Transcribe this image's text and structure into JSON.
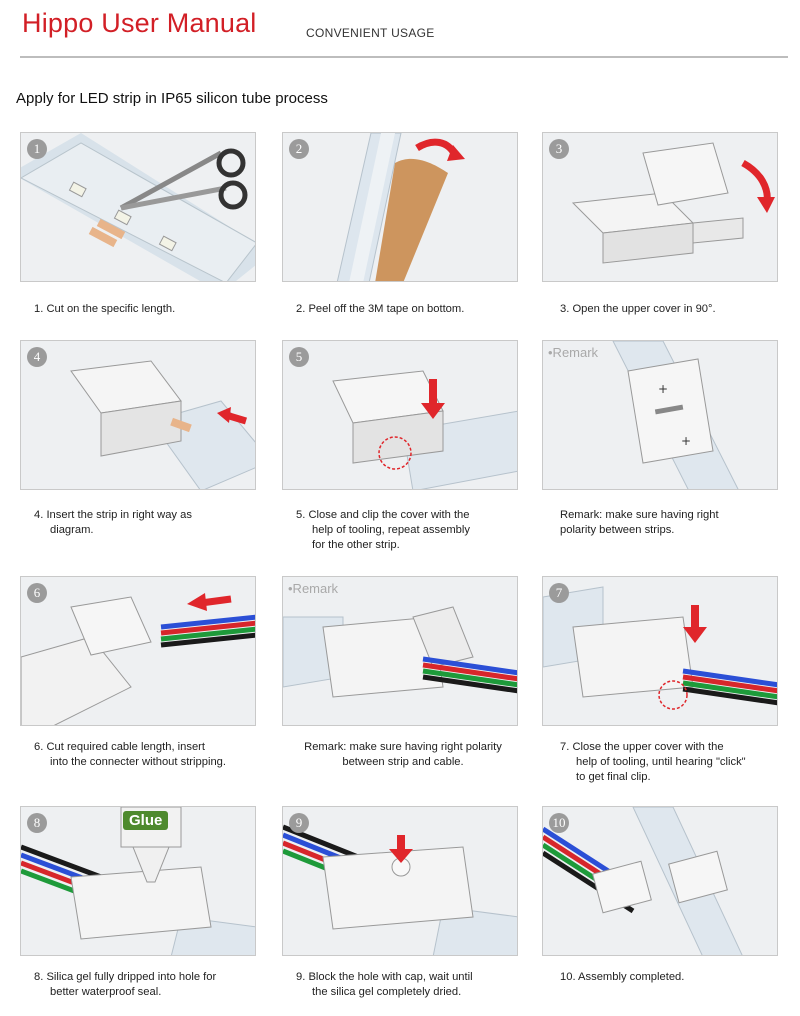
{
  "header": {
    "title": "Hippo User Manual",
    "subtitle": "CONVENIENT USAGE"
  },
  "section": {
    "heading": "Apply for LED strip in IP65 silicon tube process"
  },
  "panels": [
    {
      "badge": "1",
      "caption": [
        "1. Cut on the specific length."
      ]
    },
    {
      "badge": "2",
      "caption": [
        "2. Peel off the 3M tape on bottom."
      ]
    },
    {
      "badge": "3",
      "caption": [
        "3. Open the upper cover in 90°."
      ]
    },
    {
      "badge": "4",
      "caption": [
        "4. Insert the strip in right way as",
        "diagram."
      ]
    },
    {
      "badge": "5",
      "caption": [
        "5. Close and clip the cover with the",
        "help of tooling, repeat assembly",
        "for the other strip."
      ]
    },
    {
      "badge": "•Remark",
      "caption": [
        "Remark: make sure having right",
        "polarity between strips."
      ]
    },
    {
      "badge": "6",
      "caption": [
        "6. Cut required cable length, insert",
        "into the connecter without stripping."
      ]
    },
    {
      "badge": "•Remark",
      "caption": [
        "Remark: make sure having right polarity",
        "between strip and cable."
      ]
    },
    {
      "badge": "7",
      "caption": [
        "7. Close the upper cover with the",
        "help of tooling, until hearing \"click\"",
        "to get final clip."
      ]
    },
    {
      "badge": "8",
      "caption": [
        "8. Silica gel fully dripped into hole for",
        "better waterproof seal."
      ]
    },
    {
      "badge": "9",
      "caption": [
        "9. Block the hole with cap, wait until",
        "the silica gel completely dried."
      ]
    },
    {
      "badge": "10",
      "caption": [
        "10. Assembly completed."
      ]
    }
  ],
  "labels": {
    "glue": "Glue"
  },
  "colors": {
    "brand": "#d21f26",
    "arrow": "#e0262b",
    "panel_bg": "#eef0f2",
    "wire_red": "#d7262b",
    "wire_green": "#1e9a3a",
    "wire_blue": "#2b4fd6",
    "wire_black": "#1a1a1a"
  }
}
